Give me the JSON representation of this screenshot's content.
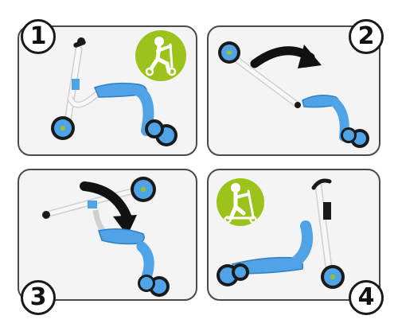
{
  "steps": [
    {
      "number": "1",
      "mode_icon": "balance-bike-rider-icon"
    },
    {
      "number": "2",
      "mode_icon": null
    },
    {
      "number": "3",
      "mode_icon": null
    },
    {
      "number": "4",
      "mode_icon": "scooter-rider-icon"
    }
  ],
  "colors": {
    "accent_green": "#9cc31c",
    "blue": "#4fa3e6",
    "dark": "#1a1a1a",
    "frame": "#f6f6f6",
    "panel_border": "#4a4a4a",
    "arrow": "#111111"
  }
}
